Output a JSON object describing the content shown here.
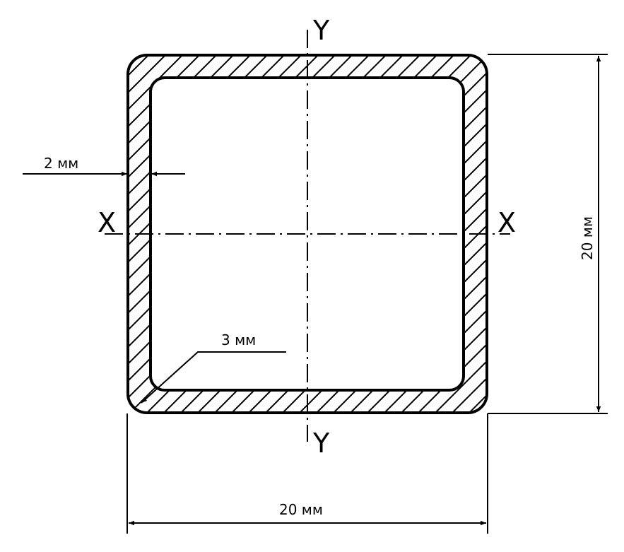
{
  "drawing": {
    "axis_y_top": "Y",
    "axis_y_bottom": "Y",
    "axis_x_left": "X",
    "axis_x_right": "X",
    "wall_thickness_label": "2 мм",
    "corner_radius_label": "3 мм",
    "height_label": "20 мм",
    "width_label": "20 мм"
  },
  "colors": {
    "line": "#000000",
    "background": "#ffffff"
  }
}
